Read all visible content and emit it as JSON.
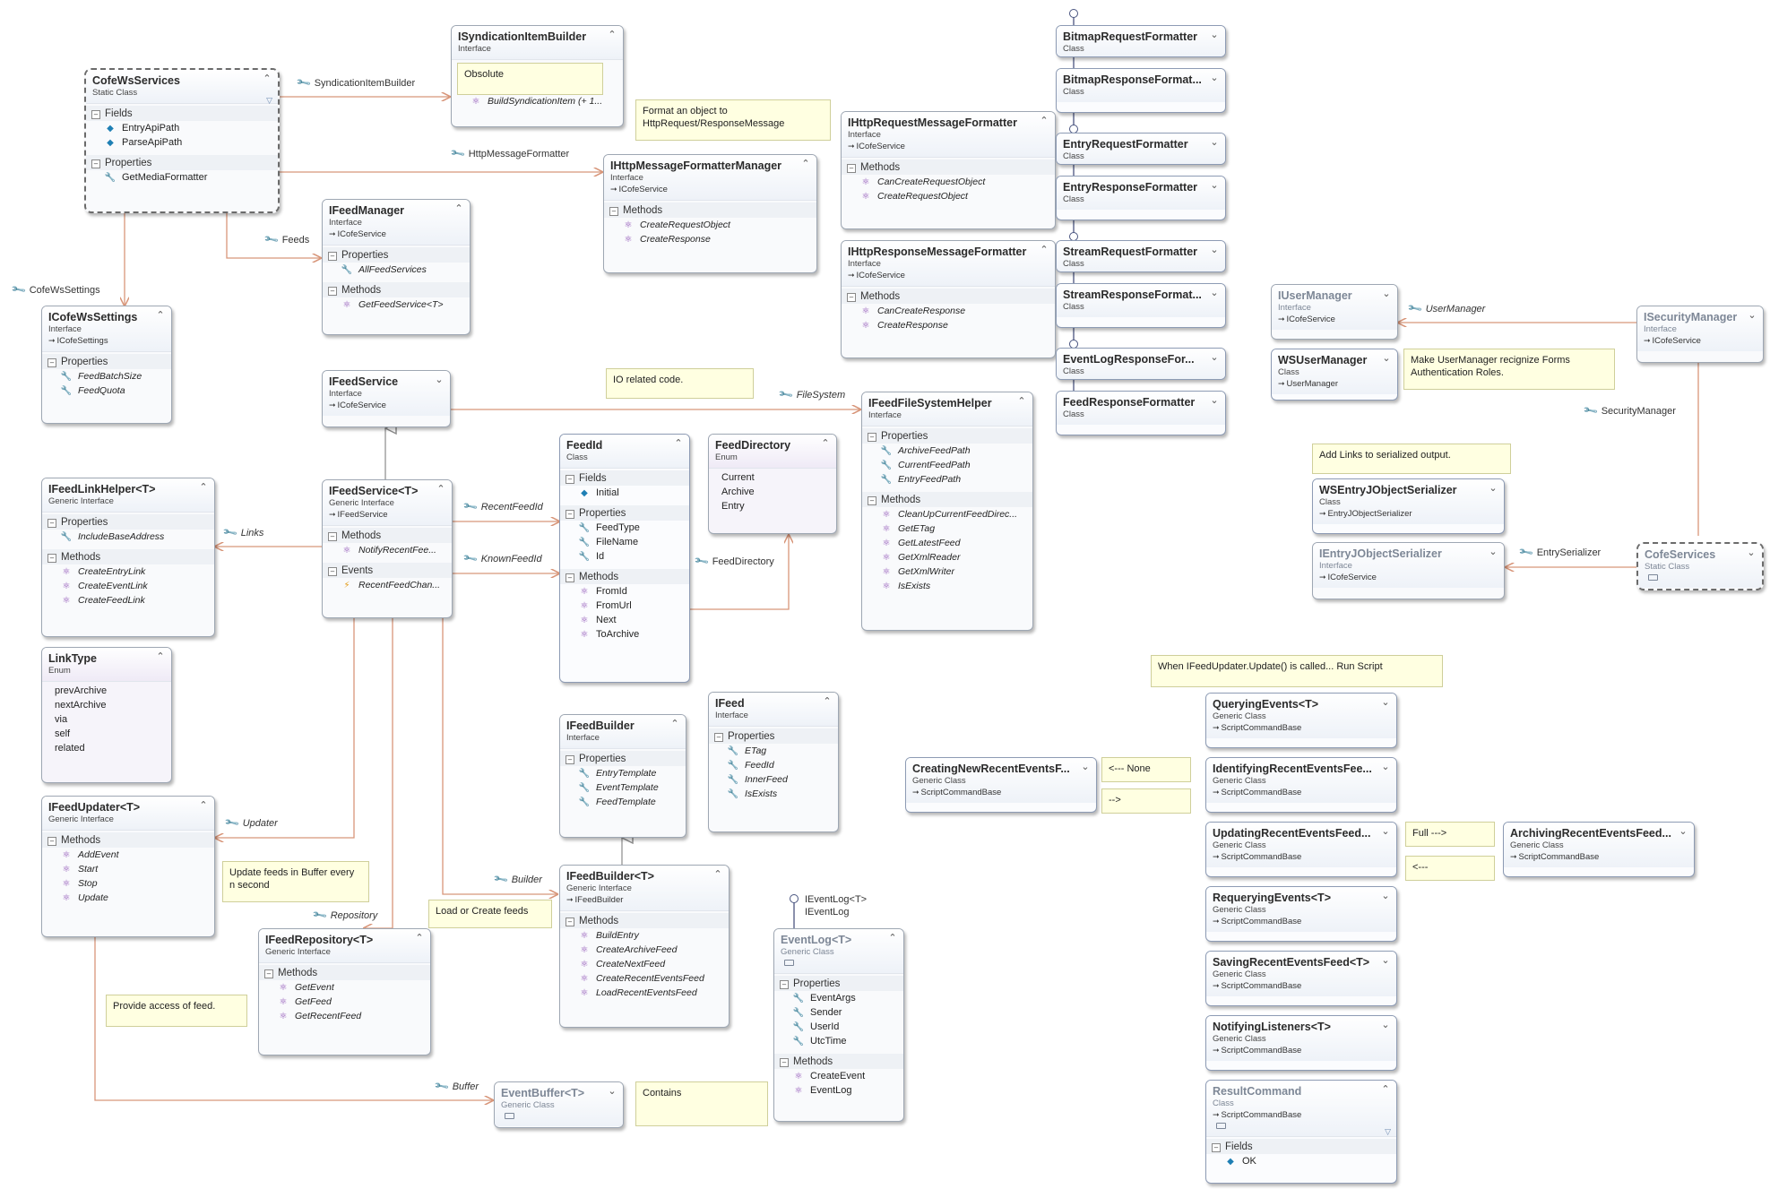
{
  "boxes": {
    "cofeWsServices": {
      "name": "CofeWsServices",
      "kind": "Static Class",
      "sections": [
        {
          "title": "Fields",
          "members": [
            {
              "name": "EntryApiPath",
              "kind": "field"
            },
            {
              "name": "ParseApiPath",
              "kind": "field"
            }
          ]
        },
        {
          "title": "Properties",
          "members": [
            {
              "name": "GetMediaFormatter",
              "kind": "prop"
            }
          ]
        }
      ]
    },
    "iSyndicationItemBuilder": {
      "name": "ISyndicationItemBuilder",
      "kind": "Interface",
      "sections": [
        {
          "title": "",
          "members": [
            {
              "name": "BuildSyndicationItem (+ 1...",
              "kind": "meth",
              "italic": true
            }
          ]
        }
      ]
    },
    "iHttpMessageFormatterManager": {
      "name": "IHttpMessageFormatterManager",
      "kind": "Interface",
      "inherits": "ICofeService",
      "sections": [
        {
          "title": "Methods",
          "members": [
            {
              "name": "CreateRequestObject",
              "kind": "meth",
              "italic": true
            },
            {
              "name": "CreateResponse",
              "kind": "meth",
              "italic": true
            }
          ]
        }
      ]
    },
    "iFeedManager": {
      "name": "IFeedManager",
      "kind": "Interface",
      "inherits": "ICofeService",
      "sections": [
        {
          "title": "Properties",
          "members": [
            {
              "name": "AllFeedServices",
              "kind": "prop",
              "italic": true
            }
          ]
        },
        {
          "title": "Methods",
          "members": [
            {
              "name": "GetFeedService<T>",
              "kind": "meth",
              "italic": true
            }
          ]
        }
      ]
    },
    "iCofeWsSettings": {
      "name": "ICofeWsSettings",
      "kind": "Interface",
      "inherits": "ICofeSettings",
      "sections": [
        {
          "title": "Properties",
          "members": [
            {
              "name": "FeedBatchSize",
              "kind": "prop",
              "italic": true
            },
            {
              "name": "FeedQuota",
              "kind": "prop",
              "italic": true
            }
          ]
        }
      ]
    },
    "iHttpRequestMessageFormatter": {
      "name": "IHttpRequestMessageFormatter",
      "kind": "Interface",
      "inherits": "ICofeService",
      "sections": [
        {
          "title": "Methods",
          "members": [
            {
              "name": "CanCreateRequestObject",
              "kind": "meth",
              "italic": true
            },
            {
              "name": "CreateRequestObject",
              "kind": "meth",
              "italic": true
            }
          ]
        }
      ]
    },
    "iHttpResponseMessageFormatter": {
      "name": "IHttpResponseMessageFormatter",
      "kind": "Interface",
      "inherits": "ICofeService",
      "sections": [
        {
          "title": "Methods",
          "members": [
            {
              "name": "CanCreateResponse",
              "kind": "meth",
              "italic": true
            },
            {
              "name": "CreateResponse",
              "kind": "meth",
              "italic": true
            }
          ]
        }
      ]
    },
    "bitmapRequestFormatter": {
      "name": "BitmapRequestFormatter",
      "kind": "Class"
    },
    "bitmapResponseFormatter": {
      "name": "BitmapResponseFormat...",
      "kind": "Class"
    },
    "entryRequestFormatter": {
      "name": "EntryRequestFormatter",
      "kind": "Class"
    },
    "entryResponseFormatter": {
      "name": "EntryResponseFormatter",
      "kind": "Class"
    },
    "streamRequestFormatter": {
      "name": "StreamRequestFormatter",
      "kind": "Class"
    },
    "streamResponseFormatter": {
      "name": "StreamResponseFormat...",
      "kind": "Class"
    },
    "eventLogResponseFormatter": {
      "name": "EventLogResponseFor...",
      "kind": "Class"
    },
    "feedResponseFormatter": {
      "name": "FeedResponseFormatter",
      "kind": "Class"
    },
    "iFeedService": {
      "name": "IFeedService",
      "kind": "Interface",
      "inherits": "ICofeService"
    },
    "iFeedFileSystemHelper": {
      "name": "IFeedFileSystemHelper",
      "kind": "Interface",
      "sections": [
        {
          "title": "Properties",
          "members": [
            {
              "name": "ArchiveFeedPath",
              "kind": "prop",
              "italic": true
            },
            {
              "name": "CurrentFeedPath",
              "kind": "prop",
              "italic": true
            },
            {
              "name": "EntryFeedPath",
              "kind": "prop",
              "italic": true
            }
          ]
        },
        {
          "title": "Methods",
          "members": [
            {
              "name": "CleanUpCurrentFeedDirec...",
              "kind": "meth",
              "italic": true
            },
            {
              "name": "GetETag",
              "kind": "meth",
              "italic": true
            },
            {
              "name": "GetLatestFeed",
              "kind": "meth",
              "italic": true
            },
            {
              "name": "GetXmlReader",
              "kind": "meth",
              "italic": true
            },
            {
              "name": "GetXmlWriter",
              "kind": "meth",
              "italic": true
            },
            {
              "name": "IsExists",
              "kind": "meth",
              "italic": true
            }
          ]
        }
      ]
    },
    "iFeedLinkHelper": {
      "name": "IFeedLinkHelper<T>",
      "kind": "Generic Interface",
      "sections": [
        {
          "title": "Properties",
          "members": [
            {
              "name": "IncludeBaseAddress",
              "kind": "prop",
              "italic": true
            }
          ]
        },
        {
          "title": "Methods",
          "members": [
            {
              "name": "CreateEntryLink",
              "kind": "meth",
              "italic": true
            },
            {
              "name": "CreateEventLink",
              "kind": "meth",
              "italic": true
            },
            {
              "name": "CreateFeedLink",
              "kind": "meth",
              "italic": true
            }
          ]
        }
      ]
    },
    "iFeedServiceT": {
      "name": "IFeedService<T>",
      "kind": "Generic Interface",
      "inherits": "IFeedService",
      "sections": [
        {
          "title": "Methods",
          "members": [
            {
              "name": "NotifyRecentFee...",
              "kind": "meth",
              "italic": true
            }
          ]
        },
        {
          "title": "Events",
          "members": [
            {
              "name": "RecentFeedChan...",
              "kind": "ev",
              "italic": true
            }
          ]
        }
      ]
    },
    "feedId": {
      "name": "FeedId",
      "kind": "Class",
      "sections": [
        {
          "title": "Fields",
          "members": [
            {
              "name": "Initial",
              "kind": "field"
            }
          ]
        },
        {
          "title": "Properties",
          "members": [
            {
              "name": "FeedType",
              "kind": "prop"
            },
            {
              "name": "FileName",
              "kind": "prop"
            },
            {
              "name": "Id",
              "kind": "prop"
            }
          ]
        },
        {
          "title": "Methods",
          "members": [
            {
              "name": "FromId",
              "kind": "meth"
            },
            {
              "name": "FromUrl",
              "kind": "meth"
            },
            {
              "name": "Next",
              "kind": "meth"
            },
            {
              "name": "ToArchive",
              "kind": "meth"
            }
          ]
        }
      ]
    },
    "feedDirectory": {
      "name": "FeedDirectory",
      "kind": "Enum",
      "values": [
        "Current",
        "Archive",
        "Entry"
      ]
    },
    "linkType": {
      "name": "LinkType",
      "kind": "Enum",
      "values": [
        "prevArchive",
        "nextArchive",
        "via",
        "self",
        "related"
      ]
    },
    "iFeedUpdater": {
      "name": "IFeedUpdater<T>",
      "kind": "Generic Interface",
      "sections": [
        {
          "title": "Methods",
          "members": [
            {
              "name": "AddEvent",
              "kind": "meth",
              "italic": true
            },
            {
              "name": "Start",
              "kind": "meth",
              "italic": true
            },
            {
              "name": "Stop",
              "kind": "meth",
              "italic": true
            },
            {
              "name": "Update",
              "kind": "meth",
              "italic": true
            }
          ]
        }
      ]
    },
    "iFeedBuilder": {
      "name": "IFeedBuilder",
      "kind": "Interface",
      "sections": [
        {
          "title": "Properties",
          "members": [
            {
              "name": "EntryTemplate",
              "kind": "prop",
              "italic": true
            },
            {
              "name": "EventTemplate",
              "kind": "prop",
              "italic": true
            },
            {
              "name": "FeedTemplate",
              "kind": "prop",
              "italic": true
            }
          ]
        }
      ]
    },
    "iFeed": {
      "name": "IFeed",
      "kind": "Interface",
      "sections": [
        {
          "title": "Properties",
          "members": [
            {
              "name": "ETag",
              "kind": "prop",
              "italic": true
            },
            {
              "name": "FeedId",
              "kind": "prop",
              "italic": true
            },
            {
              "name": "InnerFeed",
              "kind": "prop",
              "italic": true
            },
            {
              "name": "IsExists",
              "kind": "prop",
              "italic": true
            }
          ]
        }
      ]
    },
    "iFeedBuilderT": {
      "name": "IFeedBuilder<T>",
      "kind": "Generic Interface",
      "inherits": "IFeedBuilder",
      "sections": [
        {
          "title": "Methods",
          "members": [
            {
              "name": "BuildEntry",
              "kind": "meth",
              "italic": true
            },
            {
              "name": "CreateArchiveFeed",
              "kind": "meth",
              "italic": true
            },
            {
              "name": "CreateNextFeed",
              "kind": "meth",
              "italic": true
            },
            {
              "name": "CreateRecentEventsFeed",
              "kind": "meth",
              "italic": true
            },
            {
              "name": "LoadRecentEventsFeed",
              "kind": "meth",
              "italic": true
            }
          ]
        }
      ]
    },
    "iFeedRepository": {
      "name": "IFeedRepository<T>",
      "kind": "Generic Interface",
      "sections": [
        {
          "title": "Methods",
          "members": [
            {
              "name": "GetEvent",
              "kind": "meth",
              "italic": true
            },
            {
              "name": "GetFeed",
              "kind": "meth",
              "italic": true
            },
            {
              "name": "GetRecentFeed",
              "kind": "meth",
              "italic": true
            }
          ]
        }
      ]
    },
    "eventLog": {
      "name": "EventLog<T>",
      "kind": "Generic Class",
      "sections": [
        {
          "title": "Properties",
          "members": [
            {
              "name": "EventArgs",
              "kind": "prop"
            },
            {
              "name": "Sender",
              "kind": "prop"
            },
            {
              "name": "UserId",
              "kind": "prop"
            },
            {
              "name": "UtcTime",
              "kind": "prop"
            }
          ]
        },
        {
          "title": "Methods",
          "members": [
            {
              "name": "CreateEvent",
              "kind": "meth"
            },
            {
              "name": "EventLog",
              "kind": "meth"
            }
          ]
        }
      ]
    },
    "eventBuffer": {
      "name": "EventBuffer<T>",
      "kind": "Generic Class"
    },
    "iUserManager": {
      "name": "IUserManager",
      "kind": "Interface",
      "inherits": "ICofeService"
    },
    "wsUserManager": {
      "name": "WSUserManager",
      "kind": "Class",
      "inherits": "UserManager"
    },
    "iSecurityManager": {
      "name": "ISecurityManager",
      "kind": "Interface",
      "inherits": "ICofeService"
    },
    "wsEntryJObjectSerializer": {
      "name": "WSEntryJObjectSerializer",
      "kind": "Class",
      "inherits": "EntryJObjectSerializer"
    },
    "iEntryJObjectSerializer": {
      "name": "IEntryJObjectSerializer",
      "kind": "Interface",
      "inherits": "ICofeService"
    },
    "cofeServices": {
      "name": "CofeServices",
      "kind": "Static Class"
    },
    "queryingEvents": {
      "name": "QueryingEvents<T>",
      "kind": "Generic Class",
      "inherits": "ScriptCommandBase"
    },
    "identifyingRecentEventsFeed": {
      "name": "IdentifyingRecentEventsFee...",
      "kind": "Generic Class",
      "inherits": "ScriptCommandBase"
    },
    "updatingRecentEventsFeed": {
      "name": "UpdatingRecentEventsFeed...",
      "kind": "Generic Class",
      "inherits": "ScriptCommandBase"
    },
    "requeryingEvents": {
      "name": "RequeryingEvents<T>",
      "kind": "Generic Class",
      "inherits": "ScriptCommandBase"
    },
    "savingRecentEventsFeed": {
      "name": "SavingRecentEventsFeed<T>",
      "kind": "Generic Class",
      "inherits": "ScriptCommandBase"
    },
    "notifyingListeners": {
      "name": "NotifyingListeners<T>",
      "kind": "Generic Class",
      "inherits": "ScriptCommandBase"
    },
    "resultCommand": {
      "name": "ResultCommand",
      "kind": "Class",
      "inherits": "ScriptCommandBase",
      "sections": [
        {
          "title": "Fields",
          "members": [
            {
              "name": "OK",
              "kind": "field"
            }
          ]
        }
      ]
    },
    "creatingNewRecentEventsFeed": {
      "name": "CreatingNewRecentEventsF...",
      "kind": "Generic Class",
      "inherits": "ScriptCommandBase"
    },
    "archivingRecentEventsFeed": {
      "name": "ArchivingRecentEventsFeed...",
      "kind": "Generic Class",
      "inherits": "ScriptCommandBase"
    }
  },
  "notes": {
    "obsolete": "Obsolute",
    "formatObject": "Format an object to HttpRequest/ResponseMessage",
    "ioRelated": "IO related code.",
    "userManagerNote": "Make UserManager recignize Forms Authentication Roles.",
    "addLinks": "Add Links to serialized output.",
    "feedUpdaterNote": "When IFeedUpdater.Update() is called... Run Script",
    "none": "<--- None",
    "arrowRight": "-->",
    "full": "Full --->",
    "arrowLeft": "<---",
    "updateFeeds": "Update feeds in Buffer every n second",
    "loadCreate": "Load or Create feeds",
    "provideAccess": "Provide access of feed.",
    "contains": "Contains"
  },
  "labels": {
    "syndicationItemBuilder": "SyndicationItemBuilder",
    "httpMessageFormatter": "HttpMessageFormatter",
    "feeds": "Feeds",
    "cofeWsSettings": "CofeWsSettings",
    "fileSystem": "FileSystem",
    "recentFeedId": "RecentFeedId",
    "knownFeedId": "KnownFeedId",
    "feedDirectory": "FeedDirectory",
    "links": "Links",
    "updater": "Updater",
    "repository": "Repository",
    "builder": "Builder",
    "buffer": "Buffer",
    "userManager": "UserManager",
    "securityManager": "SecurityManager",
    "entrySerializer": "EntrySerializer",
    "iEventLogT": "IEventLog<T>",
    "iEventLog": "IEventLog"
  },
  "colors": {
    "connector": "#d8967a",
    "inheritance": "#8a8a8a",
    "noteBg": "#ffffe1",
    "lollipop": "#4a5580"
  }
}
